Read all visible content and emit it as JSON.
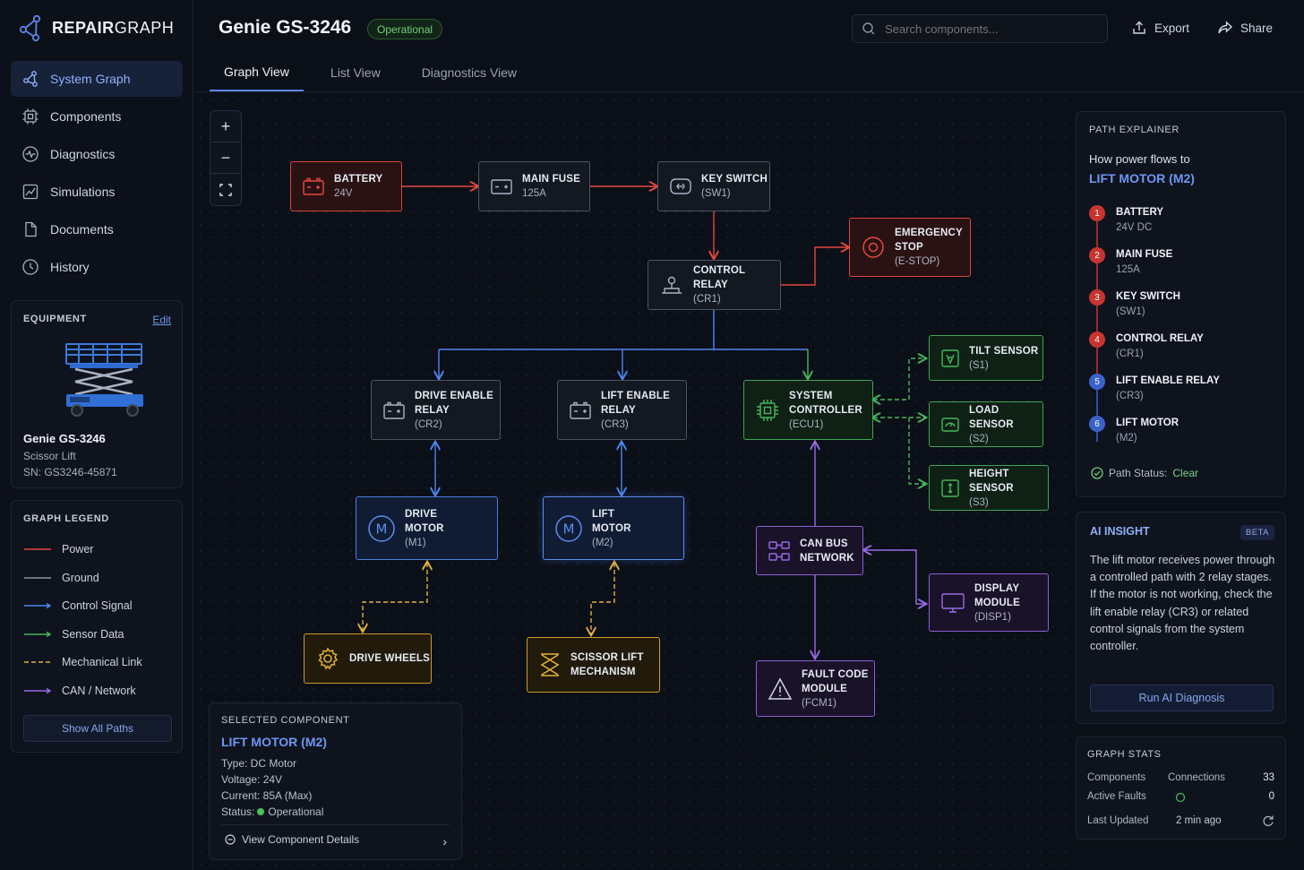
{
  "app": {
    "brand_bold": "REPAIR",
    "brand_light": "GRAPH"
  },
  "nav": [
    {
      "label": "System Graph",
      "icon": "graph-icon",
      "active": true
    },
    {
      "label": "Components",
      "icon": "cpu-icon"
    },
    {
      "label": "Diagnostics",
      "icon": "pulse-icon"
    },
    {
      "label": "Simulations",
      "icon": "chart-icon"
    },
    {
      "label": "Documents",
      "icon": "document-icon"
    },
    {
      "label": "History",
      "icon": "clock-icon"
    }
  ],
  "equipment": {
    "title": "EQUIPMENT",
    "edit": "Edit",
    "name": "Genie GS-3246",
    "type": "Scissor Lift",
    "sn": "SN: GS3246-45871"
  },
  "legend": {
    "title": "GRAPH LEGEND",
    "items": [
      {
        "label": "Power",
        "color": "#e5483f",
        "style": "solid"
      },
      {
        "label": "Ground",
        "color": "#8c96a8",
        "style": "solid"
      },
      {
        "label": "Control Signal",
        "color": "#4f86f0",
        "style": "arrow"
      },
      {
        "label": "Sensor Data",
        "color": "#45b85a",
        "style": "arrow"
      },
      {
        "label": "Mechanical Link",
        "color": "#e2b23b",
        "style": "dashed"
      },
      {
        "label": "CAN / Network",
        "color": "#9a6ae6",
        "style": "arrow"
      }
    ],
    "button": "Show All Paths"
  },
  "header": {
    "title": "Genie GS-3246",
    "status": "Operational",
    "search_placeholder": "Search components...",
    "export": "Export",
    "share": "Share",
    "tabs": [
      "Graph View",
      "List View",
      "Diagnostics View"
    ]
  },
  "nodes": {
    "battery": {
      "l1": "BATTERY",
      "s": "24V"
    },
    "fuse": {
      "l1": "MAIN FUSE",
      "s": "125A"
    },
    "key": {
      "l1": "KEY SWITCH",
      "s": "(SW1)"
    },
    "estop": {
      "l1": "EMERGENCY",
      "l2": "STOP",
      "s": "(E-STOP)"
    },
    "relay": {
      "l1": "CONTROL RELAY",
      "s": "(CR1)"
    },
    "drive_relay": {
      "l1": "DRIVE ENABLE",
      "l2": "RELAY",
      "s": "(CR2)"
    },
    "lift_relay": {
      "l1": "LIFT ENABLE",
      "l2": "RELAY",
      "s": "(CR3)"
    },
    "ecu": {
      "l1": "SYSTEM",
      "l2": "CONTROLLER",
      "s": "(ECU1)"
    },
    "tilt": {
      "l1": "TILT SENSOR",
      "s": "(S1)"
    },
    "load": {
      "l1": "LOAD SENSOR",
      "s": "(S2)"
    },
    "height": {
      "l1": "HEIGHT SENSOR",
      "s": "(S3)"
    },
    "drive_motor": {
      "l1": "DRIVE",
      "l2": "MOTOR",
      "s": "(M1)"
    },
    "lift_motor": {
      "l1": "LIFT",
      "l2": "MOTOR",
      "s": "(M2)"
    },
    "can": {
      "l1": "CAN BUS",
      "l2": "NETWORK"
    },
    "display": {
      "l1": "DISPLAY",
      "l2": "MODULE",
      "s": "(DISP1)"
    },
    "wheels": {
      "l1": "DRIVE WHEELS"
    },
    "scissor": {
      "l1": "SCISSOR LIFT",
      "l2": "MECHANISM"
    },
    "fault": {
      "l1": "FAULT CODE",
      "l2": "MODULE",
      "s": "(FCM1)"
    }
  },
  "selected": {
    "title": "SELECTED COMPONENT",
    "name": "LIFT MOTOR (M2)",
    "type": "Type: DC Motor",
    "voltage": "Voltage: 24V",
    "current": "Current: 85A (Max)",
    "status_label": "Status:",
    "status_value": "Operational",
    "details": "View Component Details"
  },
  "path": {
    "title": "PATH EXPLAINER",
    "flows": "How power flows to",
    "target": "LIFT MOTOR (M2)",
    "steps": [
      {
        "n": "1",
        "a": "BATTERY",
        "b": "24V DC",
        "color": "#c8352f"
      },
      {
        "n": "2",
        "a": "MAIN FUSE",
        "b": "125A",
        "color": "#c8352f"
      },
      {
        "n": "3",
        "a": "KEY SWITCH",
        "b": "(SW1)",
        "color": "#c8352f"
      },
      {
        "n": "4",
        "a": "CONTROL RELAY",
        "b": "(CR1)",
        "color": "#c8352f"
      },
      {
        "n": "5",
        "a": "LIFT ENABLE RELAY",
        "b": "(CR3)",
        "color": "#3a63c9"
      },
      {
        "n": "6",
        "a": "LIFT MOTOR",
        "b": "(M2)",
        "color": "#3a63c9"
      }
    ],
    "status_label": "Path Status:",
    "status_value": "Clear"
  },
  "ai": {
    "title": "AI INSIGHT",
    "badge": "BETA",
    "text": "The lift motor receives power through a controlled path with 2 relay stages. If the motor is not working, check the lift enable relay (CR3) or related control signals from the system controller.",
    "button": "Run AI Diagnosis"
  },
  "stats": {
    "title": "GRAPH STATS",
    "components_label": "Components",
    "connections_label": "Connections",
    "connections_value": "33",
    "faults_label": "Active Faults",
    "faults_value": "0",
    "updated_label": "Last Updated",
    "updated_value": "2 min ago"
  }
}
